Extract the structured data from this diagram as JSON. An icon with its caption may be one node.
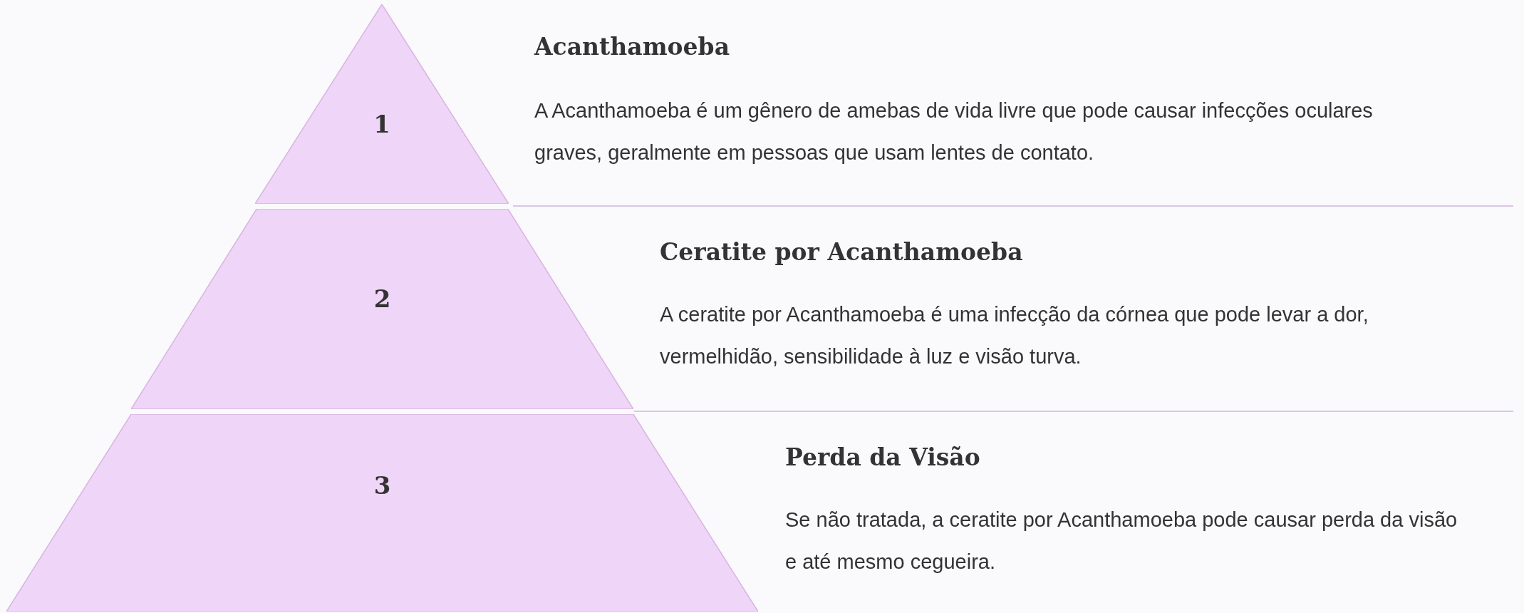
{
  "diagram": {
    "nodes": [
      {
        "text": [
          "1"
        ],
        "beside": [
          "Acanthamoeba",
          "A Acanthamoeba é um gênero de amebas de vida livre que pode causar infecções oculares graves, geralmente em pessoas que usam lentes de contato."
        ]
      },
      {
        "text": [
          "2"
        ],
        "beside": [
          "Ceratite por Acanthamoeba",
          "A ceratite por Acanthamoeba é uma infecção da córnea que pode levar a dor, vermelhidão, sensibilidade à luz e visão turva."
        ]
      },
      {
        "text": [
          "3"
        ],
        "beside": [
          "Perda da Visão",
          "Se não tratada, a ceratite por Acanthamoeba pode causar perda da visão e até mesmo cegueira."
        ]
      }
    ]
  }
}
